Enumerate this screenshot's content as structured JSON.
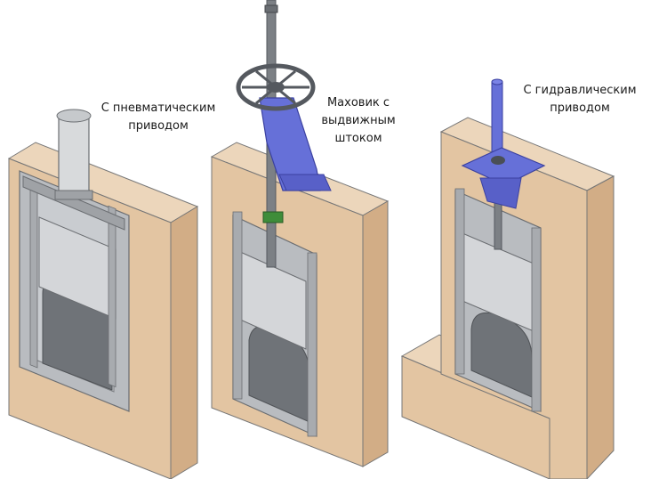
{
  "captions": {
    "pneumatic": {
      "line1": "С пневматическим",
      "line2": "приводом"
    },
    "handwheel": {
      "line1": "Маховик с",
      "line2": "выдвижным",
      "line3": "штоком"
    },
    "hydraulic": {
      "line1": "С гидравлическим",
      "line2": "приводом"
    }
  },
  "colors": {
    "concrete_front": "#e3c5a2",
    "concrete_side": "#d2ad86",
    "concrete_top": "#ecd6bb",
    "steel_frame": "#b9bcc0",
    "steel_dark": "#8d9095",
    "gate_plate": "#d4d6d9",
    "disk": "#6f7378",
    "actuator_blue": "#6670d8",
    "handwheel": "#55595f"
  }
}
